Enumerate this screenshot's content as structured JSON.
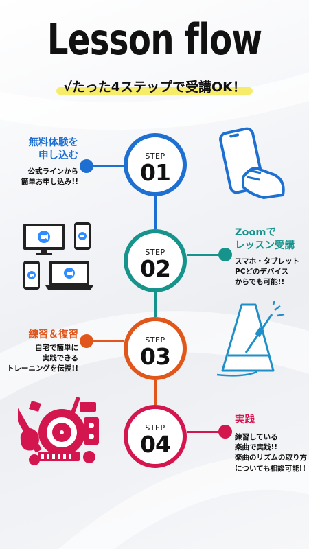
{
  "title": "Lesson flow",
  "subtitle": "√たった4ステップで受講OK！",
  "colors": {
    "step1": "#1d6fd1",
    "step2": "#16938b",
    "step3": "#e0561b",
    "step4": "#d4164e",
    "highlight": "#f7ec6a"
  },
  "steps": [
    {
      "label": "STEP",
      "number": "01",
      "heading": [
        "無料体験を",
        "申し込む"
      ],
      "desc": [
        "公式ラインから",
        "簡単お申し込み!!"
      ]
    },
    {
      "label": "STEP",
      "number": "02",
      "heading": [
        "Zoomで",
        "レッスン受講"
      ],
      "desc": [
        "スマホ・タブレット",
        "PCどのデバイス",
        "からでも可能!!"
      ]
    },
    {
      "label": "STEP",
      "number": "03",
      "heading": [
        "練習＆復習"
      ],
      "desc": [
        "自宅で簡単に",
        "実践できる",
        "トレーニングを伝授!!"
      ]
    },
    {
      "label": "STEP",
      "number": "04",
      "heading": [
        "実践"
      ],
      "desc": [
        "練習している",
        "楽曲で実践!!",
        "楽曲のリズムの取り方",
        "についても相談可能!!"
      ]
    }
  ],
  "icons": [
    "phone-hand-icon",
    "zoom-devices-icon",
    "metronome-icon",
    "instruments-record-icon"
  ]
}
